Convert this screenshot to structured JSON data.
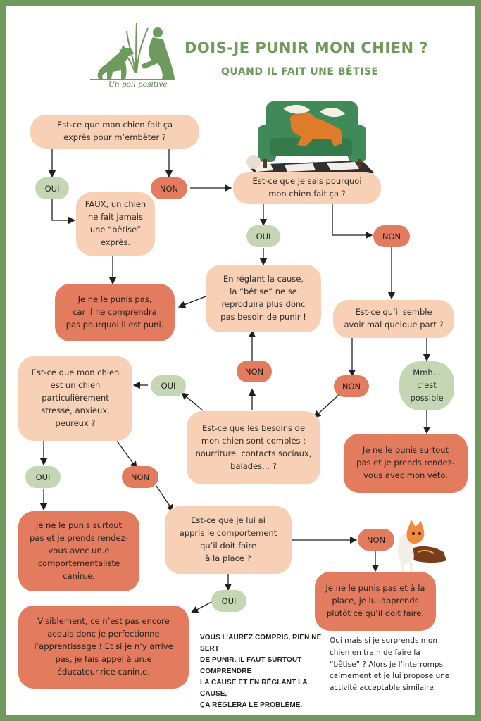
{
  "header": {
    "title": "DOIS-JE PUNIR MON CHIEN ?",
    "subtitle": "QUAND IL FAIT UNE BÊTISE",
    "brand": "Un poil positive"
  },
  "nodes": {
    "q1": "Est-ce que mon chien fait ça\nexprès pour m’embêter ?",
    "oui1": "OUI",
    "non1": "NON",
    "faux": "FAUX, un chien\nne fait jamais\nune “bêtise”\nexprès.",
    "r1": "Je ne le punis pas,\ncar il ne comprendra\npas pourquoi il est puni.",
    "q2": "Est-ce que je sais pourquoi\nmon chien fait ça ?",
    "oui2": "OUI",
    "non2": "NON",
    "cause": "En réglant la cause,\nla “bêtise” ne se\nreproduira plus donc\npas besoin de punir !",
    "q3": "Est-ce qu’il semble\navoir mal quelque part ?",
    "non3": "NON",
    "mmh": "Mmh...\nc’est\npossible",
    "r_veto": "Je ne le punis surtout\npas et je prends rendez-\nvous avec mon véto.",
    "q4": "Est-ce que les besoins de\nmon chien sont comblés :\nnourriture, contacts sociaux,\nbalades... ?",
    "non4": "NON",
    "oui4": "OUI",
    "q5": "Est-ce que mon chien\nest un chien\nparticulièrement\nstressé, anxieux,\npeureux ?",
    "oui5": "OUI",
    "non5": "NON",
    "r_comport": "Je ne le punis surtout\npas et je prends rendez-\nvous avec un.e\ncomportementaliste\ncanin.e.",
    "q6": "Est-ce que je lui ai\nappris le comportement\nqu’il doit faire\nà la place ?",
    "non6": "NON",
    "oui6": "OUI",
    "r_apprends": "Je ne le punis pas et à la\nplace, je lui apprends\nplutôt ce qu’il doit faire.",
    "r_educ": "Visiblement, ce n’est pas encore\nacquis donc je perfectionne\nl’apprentissage ! Et si je n’y arrive\npas, je fais appel à un.e\néducateur.rice canin.e."
  },
  "notes": {
    "conclusion": "VOUS L’AUREZ COMPRIS, RIEN NE SERT\nDE PUNIR. IL FAUT SURTOUT COMPRENDRE\nLA CAUSE ET EN RÉGLANT LA CAUSE,\nÇA RÉGLERA LE PROBLÈME.",
    "surprise": "Oui mais si je surprends mon\nchien en train de faire la\n“bêtise” ? Alors je l’interromps\ncalmement et je lui propose une\nactivité acceptable similaire."
  },
  "colors": {
    "frame": "#6f9a5e",
    "peach": "#f7d0b6",
    "coral": "#e37b5e",
    "sage": "#c4d6b3",
    "sofa": "#3f8a57",
    "dog": "#e07b2a"
  },
  "icons": [
    "plant-icon",
    "woman-and-dog-logo-icon",
    "sofa-dog-illustration-icon",
    "cat-with-shoe-illustration-icon"
  ]
}
